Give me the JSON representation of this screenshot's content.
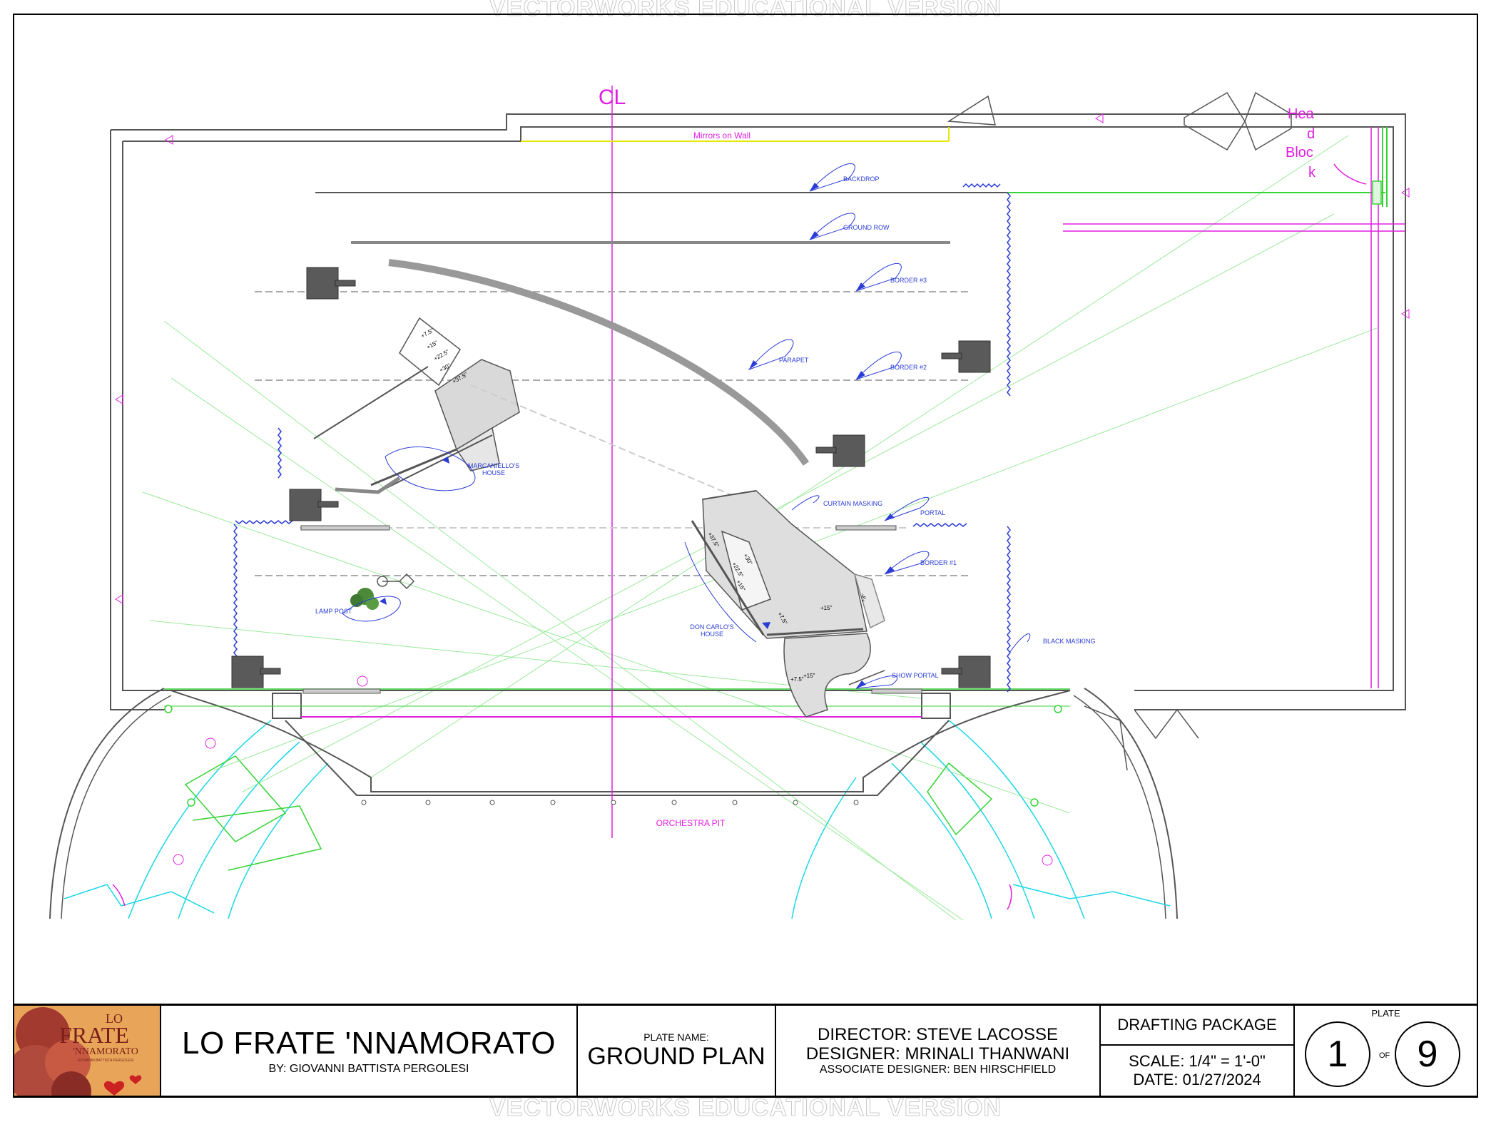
{
  "watermark": "VECTORWORKS EDUCATIONAL VERSION",
  "plan": {
    "centerline": "CL",
    "labels": {
      "mirrors": "Mirrors on Wall",
      "backdrop": "BACKDROP",
      "ground_row": "GROUND ROW",
      "border3": "BORDER #3",
      "border2": "BORDER #2",
      "border1": "BORDER #1",
      "parapet": "PARAPET",
      "marcaniello_1": "MARCANIELLO'S",
      "marcaniello_2": "HOUSE",
      "curtain_masking": "CURTAIN MASKING",
      "portal": "PORTAL",
      "lamp_post": "LAMP POST",
      "don_carlo_1": "DON CARLO'S",
      "don_carlo_2": "HOUSE",
      "black_masking": "BLACK MASKING",
      "show_portal": "SHOW PORTAL",
      "orchestra_pit": "ORCHESTRA PIT",
      "head_block": [
        "Hea",
        "d",
        "Bloc",
        "k"
      ]
    },
    "stair_a": [
      "+7.5\"",
      "+15\"",
      "+22.5\"",
      "+30\"",
      "+37.5\""
    ],
    "stair_b": [
      "+37.5\"",
      "+30\"",
      "+22.5\"",
      "+15\"",
      "+7.5\""
    ],
    "stair_b_extra": [
      "+15\"",
      "+7.5\"",
      "+15\"",
      "+3\""
    ],
    "colors": {
      "magenta": "#e01ee0",
      "blue": "#2a3cd6",
      "green": "#35d335",
      "cyan": "#19d6e6",
      "gray": "#9a9a9a",
      "dark": "#5a5a5a",
      "yellow": "#e6e600"
    }
  },
  "titleblock": {
    "logo_line1": "LO",
    "logo_line2": "FRATE",
    "logo_line3": "'NNAMORATO",
    "logo_line4": "GIOVANNI BATTISTA PERGOLESI",
    "show_title": "LO FRATE 'NNAMORATO",
    "show_by": "BY: GIOVANNI BATTISTA PERGOLESI",
    "plate_name_label": "PLATE NAME:",
    "plate_name": "GROUND PLAN",
    "director": "DIRECTOR: STEVE LACOSSE",
    "designer": "DESIGNER: MRINALI THANWANI",
    "associate": "ASSOCIATE DESIGNER: BEN HIRSCHFIELD",
    "package": "DRAFTING PACKAGE",
    "scale": "SCALE: 1/4\" = 1'-0\"",
    "date": "DATE: 01/27/2024",
    "plate_label": "PLATE",
    "plate_no": "1",
    "of_label": "OF",
    "plate_total": "9"
  }
}
